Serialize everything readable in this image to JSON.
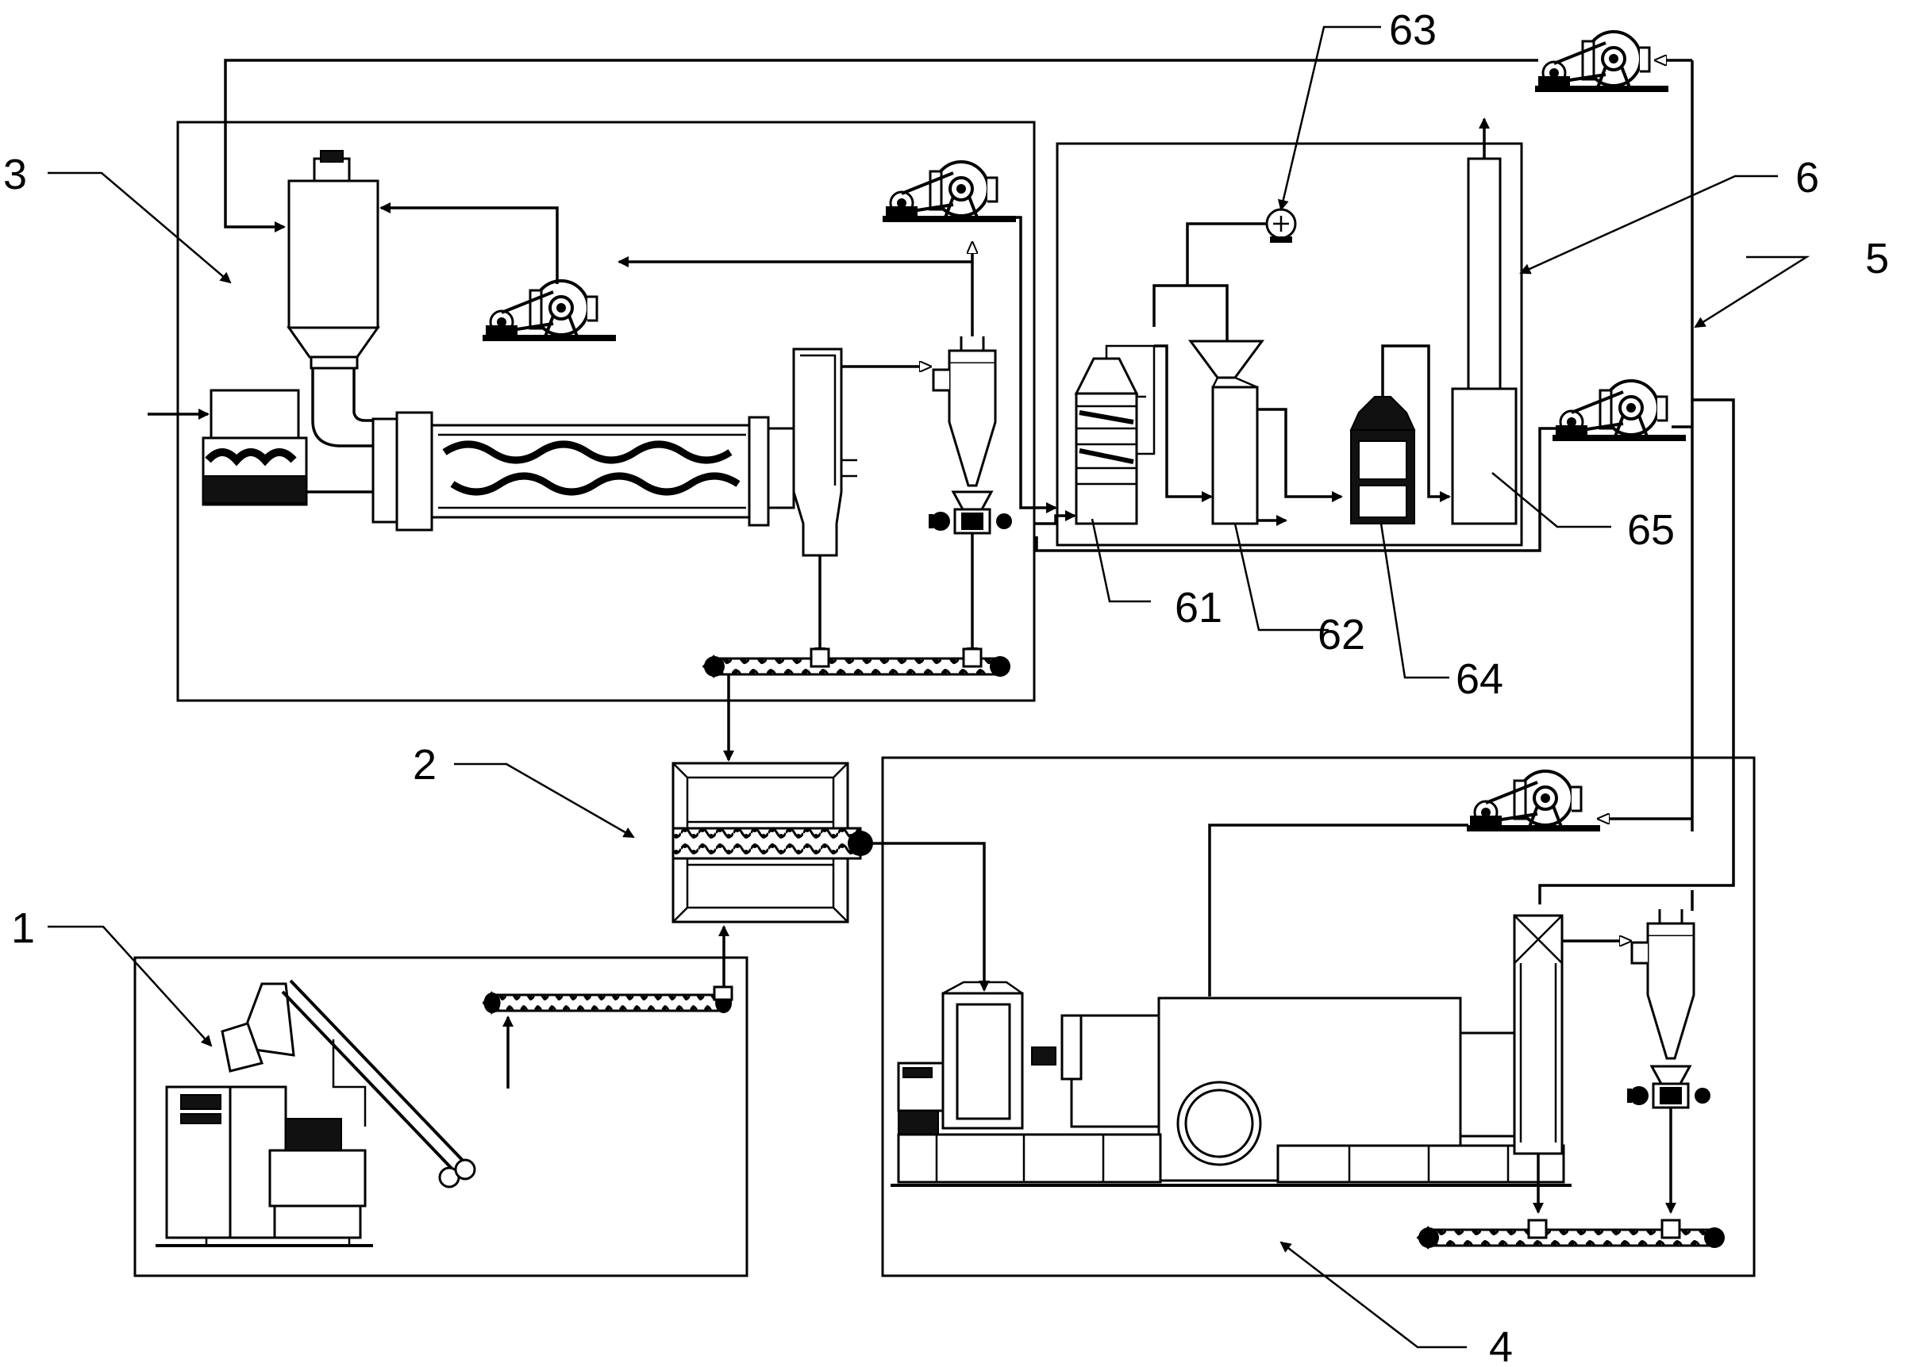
{
  "labels": {
    "l1": "1",
    "l2": "2",
    "l3": "3",
    "l4": "4",
    "l5": "5",
    "l6": "6",
    "l61": "61",
    "l62": "62",
    "l63": "63",
    "l64": "64",
    "l65": "65"
  },
  "colors": {
    "line": "#000000",
    "background": "#ffffff"
  }
}
